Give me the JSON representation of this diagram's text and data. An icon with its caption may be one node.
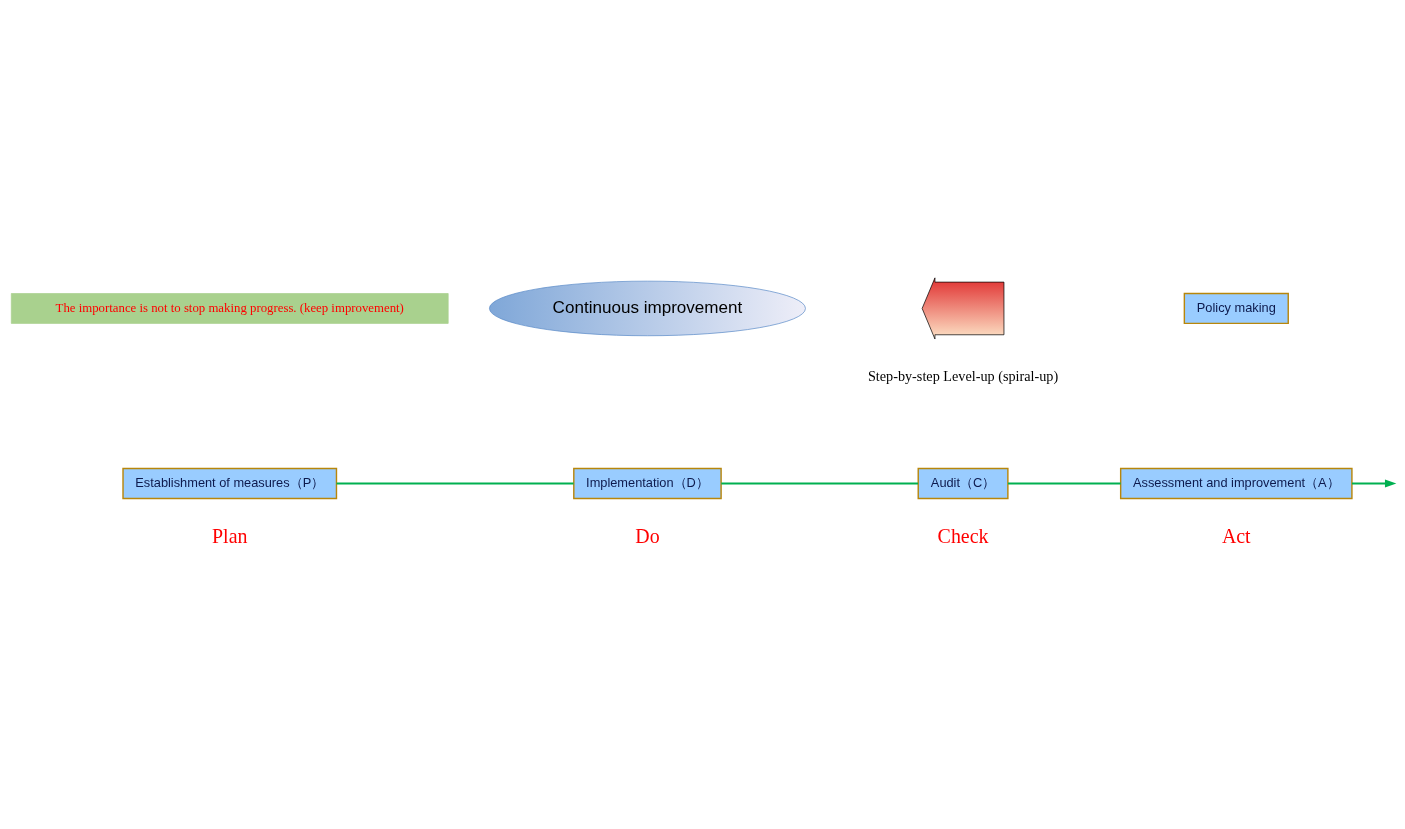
{
  "diagram": {
    "nodes": [
      {
        "text": [
          "The importance is not to stop making progress. (keep improvement)"
        ]
      },
      {
        "text": [
          "Continuous improvement"
        ]
      },
      {
        "text": [],
        "shape": "arrow",
        "beside": [
          "Step-by-step Level-up (spiral-up)"
        ]
      },
      {
        "text": [
          "Policy making"
        ]
      },
      {
        "text": [
          "Establishment of measures（P）"
        ],
        "beside": [
          "Plan"
        ]
      },
      {
        "text": [
          "Implementation（D）"
        ],
        "beside": [
          "Do"
        ]
      },
      {
        "text": [
          "Audit（C）"
        ],
        "beside": [
          "Check"
        ]
      },
      {
        "text": [
          "Assessment and improvement（A）"
        ],
        "beside": [
          "Act"
        ]
      }
    ],
    "edges": [
      {
        "from": 4,
        "to": 5,
        "arrow": "none"
      },
      {
        "from": 5,
        "to": 6,
        "arrow": "none"
      },
      {
        "from": 6,
        "to": 7,
        "arrow": "none"
      },
      {
        "from": 7,
        "to": null,
        "arrow": "to"
      }
    ]
  }
}
